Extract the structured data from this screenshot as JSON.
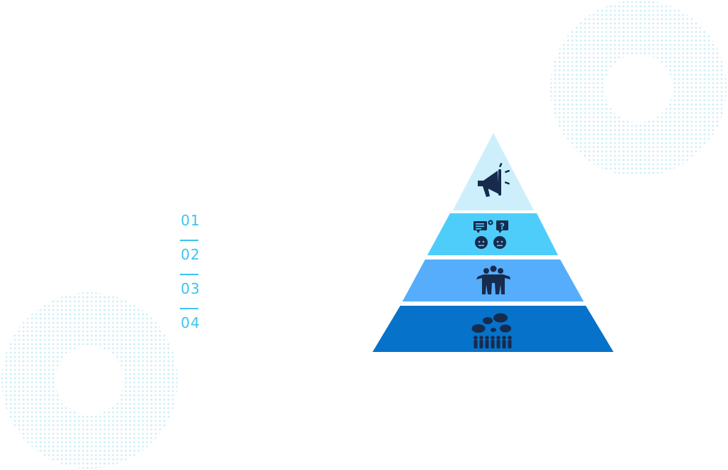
{
  "steps": [
    "01",
    "02",
    "03",
    "04"
  ],
  "colors": {
    "step_text": "#3ec3f0",
    "step_line": "#3ec3f0",
    "dots": "#cdeef5",
    "tier1": "#cdeffb",
    "tier2": "#4ecdfb",
    "tier3": "#55adfb",
    "tier4": "#0672c9",
    "icon": "#172b4d"
  },
  "pyramid": {
    "tiers": [
      {
        "icon": "megaphone-icon"
      },
      {
        "icon": "conversation-icon"
      },
      {
        "icon": "team-icon"
      },
      {
        "icon": "community-icon"
      }
    ]
  }
}
